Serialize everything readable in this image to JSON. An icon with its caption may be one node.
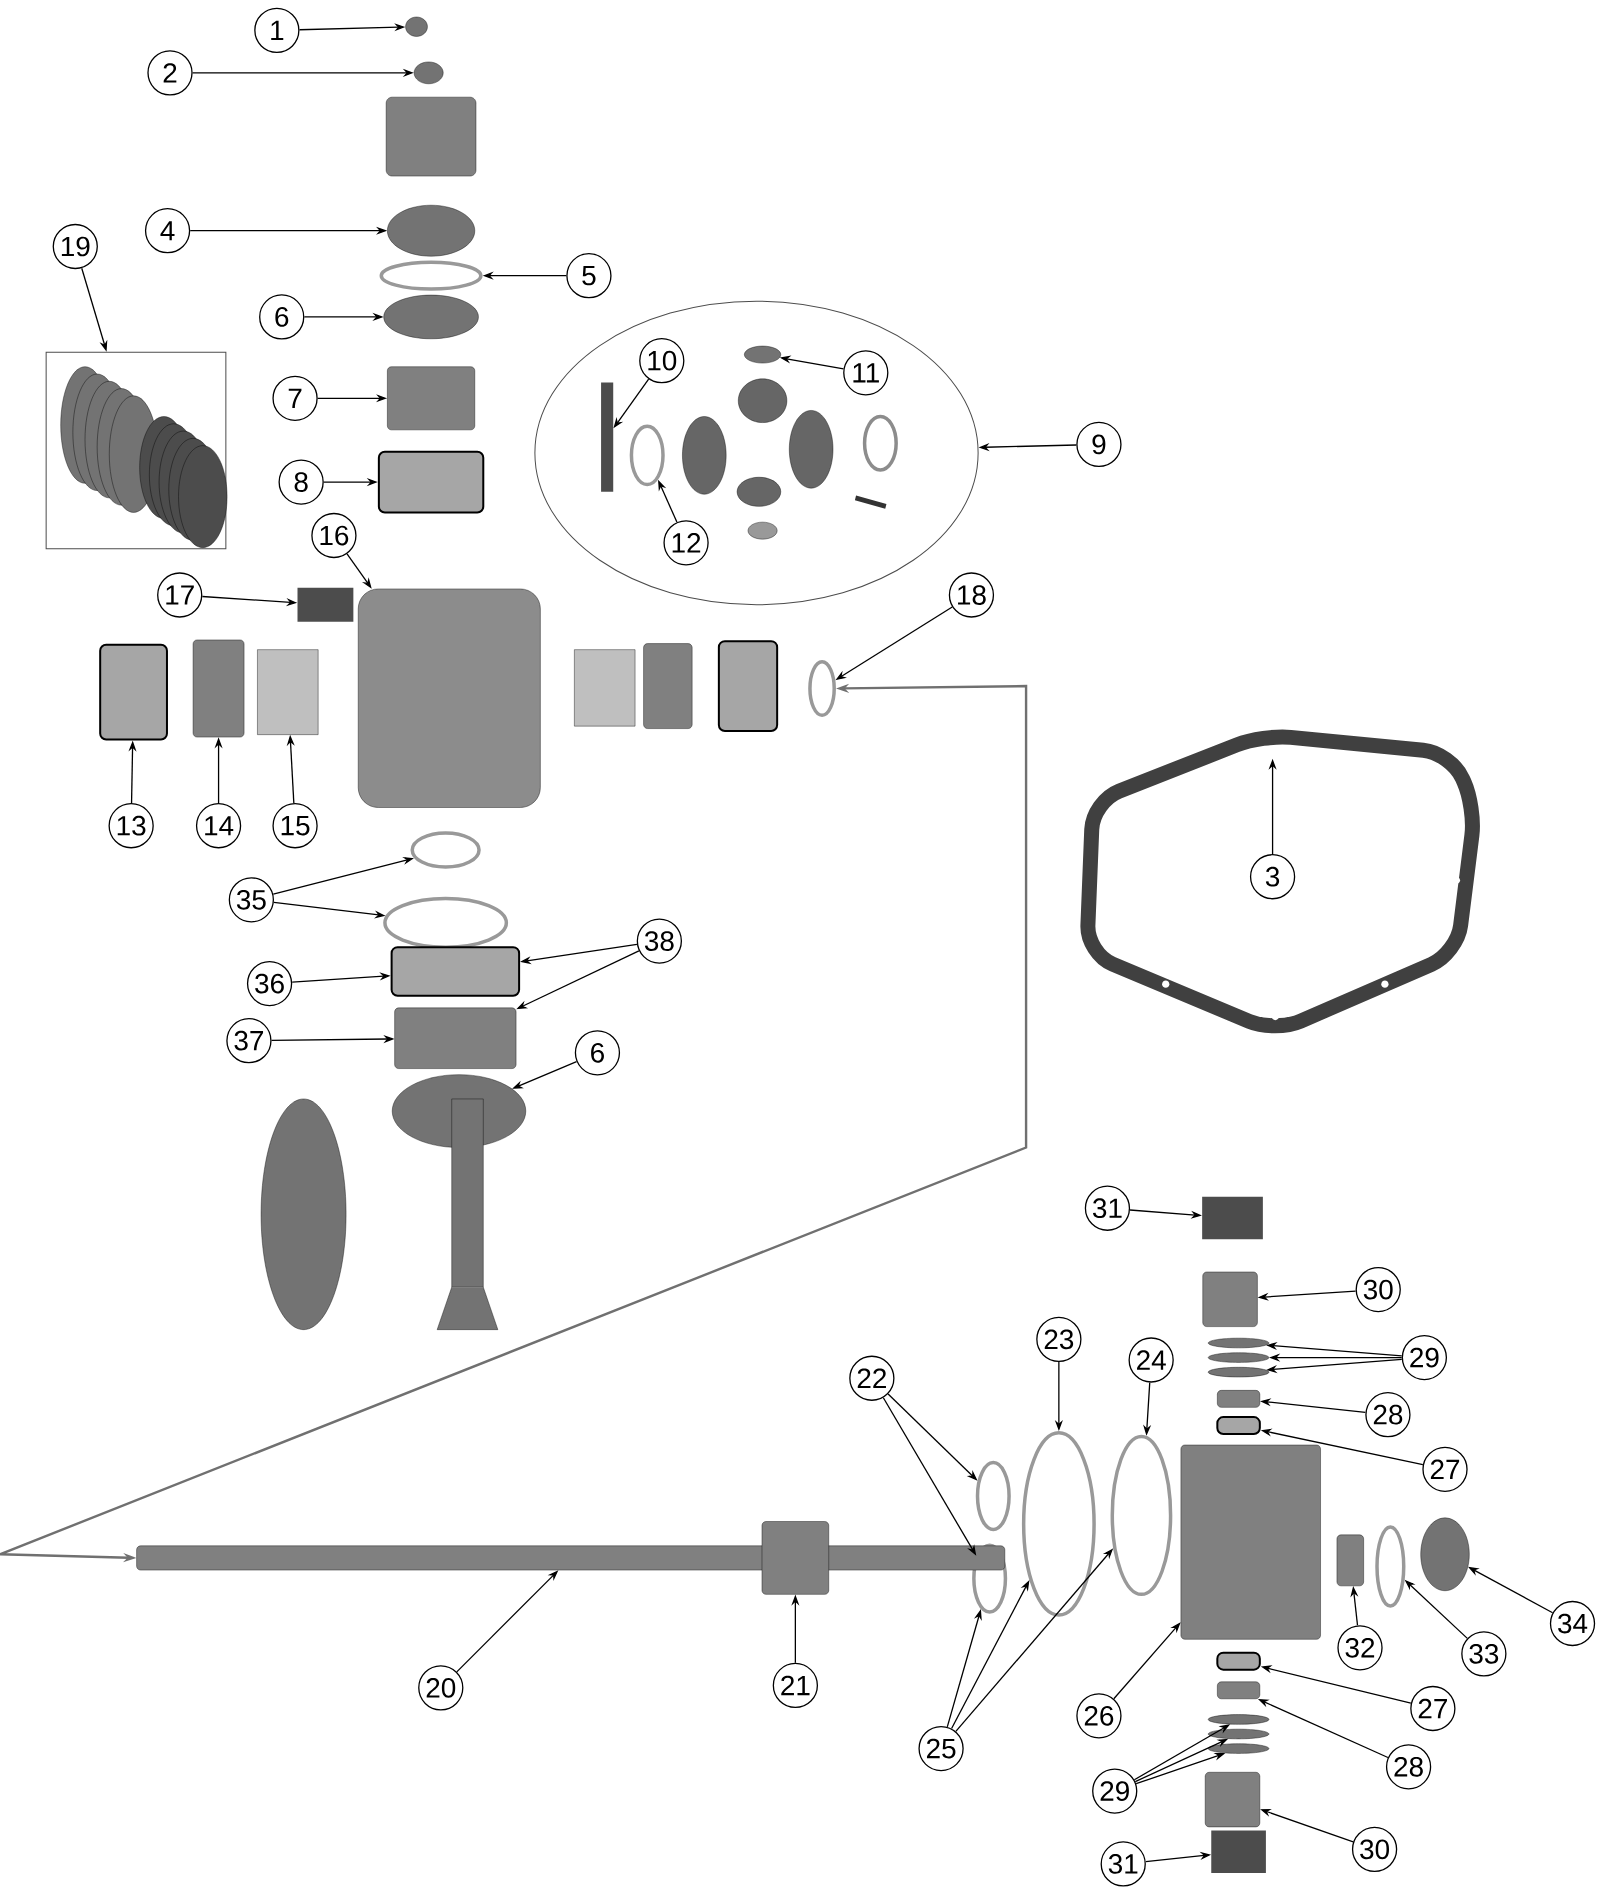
{
  "diagram": {
    "nodes": [
      {
        "text": [
          "1"
        ]
      },
      {
        "text": [],
        "shape": "circle"
      },
      {
        "text": [
          "2"
        ]
      },
      {
        "text": [],
        "shape": "circle"
      },
      {
        "text": [
          "4"
        ]
      },
      {
        "text": [],
        "shape": "circle"
      },
      {
        "text": [
          "5"
        ]
      },
      {
        "text": [],
        "shape": "circle"
      },
      {
        "text": [
          "6"
        ]
      },
      {
        "text": [],
        "shape": "circle"
      },
      {
        "text": [
          "7"
        ]
      },
      {
        "text": [],
        "shape": "box"
      },
      {
        "text": [
          "8"
        ]
      },
      {
        "text": [],
        "shape": "box"
      },
      {
        "text": [
          "19"
        ]
      },
      {
        "text": [],
        "shape": "box"
      },
      {
        "text": [],
        "shape": "ellipse"
      },
      {
        "text": [
          "10"
        ],
        "in": 16
      },
      {
        "text": [],
        "shape": "bar",
        "in": 16
      },
      {
        "text": [
          "11"
        ],
        "in": 16
      },
      {
        "text": [],
        "shape": "circle",
        "in": 16
      },
      {
        "text": [
          "12"
        ],
        "in": 16
      },
      {
        "text": [],
        "shape": "circle",
        "in": 16
      },
      {
        "text": [
          "9"
        ]
      },
      {
        "text": [
          "16"
        ]
      },
      {
        "text": [],
        "shape": "box"
      },
      {
        "text": [
          "17"
        ]
      },
      {
        "text": [],
        "shape": "bar"
      },
      {
        "text": [
          "18"
        ]
      },
      {
        "text": [],
        "shape": "circle"
      },
      {
        "text": [
          "13"
        ]
      },
      {
        "text": [],
        "shape": "box"
      },
      {
        "text": [
          "14"
        ]
      },
      {
        "text": [],
        "shape": "box"
      },
      {
        "text": [
          "15"
        ]
      },
      {
        "text": [],
        "shape": "box"
      },
      {
        "text": [],
        "shape": "picture"
      },
      {
        "text": [
          "3"
        ],
        "in": 36
      },
      {
        "text": [
          "35"
        ]
      },
      {
        "text": [],
        "shape": "circle"
      },
      {
        "text": [],
        "shape": "circle"
      },
      {
        "text": [
          "38"
        ]
      },
      {
        "text": [],
        "shape": "box"
      },
      {
        "text": [],
        "shape": "box"
      },
      {
        "text": [
          "36"
        ]
      },
      {
        "text": [
          "37"
        ]
      },
      {
        "text": [
          "6"
        ]
      },
      {
        "text": [],
        "shape": "circle"
      },
      {
        "text": [
          "31"
        ]
      },
      {
        "text": [],
        "shape": "bar"
      },
      {
        "text": [
          "30"
        ]
      },
      {
        "text": [],
        "shape": "box"
      },
      {
        "text": [
          "29"
        ]
      },
      {
        "text": [],
        "shape": "circle"
      },
      {
        "text": [],
        "shape": "circle"
      },
      {
        "text": [],
        "shape": "circle"
      },
      {
        "text": [
          "28"
        ]
      },
      {
        "text": [],
        "shape": "box"
      },
      {
        "text": [
          "27"
        ]
      },
      {
        "text": [],
        "shape": "box"
      },
      {
        "text": [
          "22"
        ]
      },
      {
        "text": [],
        "shape": "circle"
      },
      {
        "text": [],
        "shape": "circle"
      },
      {
        "text": [
          "23"
        ]
      },
      {
        "text": [],
        "shape": "circle"
      },
      {
        "text": [
          "24"
        ]
      },
      {
        "text": [],
        "shape": "circle"
      },
      {
        "text": [
          "20"
        ]
      },
      {
        "text": [],
        "shape": "bar"
      },
      {
        "text": [
          "21"
        ]
      },
      {
        "text": [],
        "shape": "box"
      },
      {
        "text": [
          "25"
        ]
      },
      {
        "text": [
          "26"
        ]
      },
      {
        "text": [],
        "shape": "box"
      },
      {
        "text": [
          "32"
        ]
      },
      {
        "text": [],
        "shape": "box"
      },
      {
        "text": [
          "33"
        ]
      },
      {
        "text": [],
        "shape": "circle"
      },
      {
        "text": [
          "34"
        ]
      },
      {
        "text": [],
        "shape": "circle"
      },
      {
        "text": [
          "27"
        ]
      },
      {
        "text": [],
        "shape": "box"
      },
      {
        "text": [
          "28"
        ]
      },
      {
        "text": [],
        "shape": "box"
      },
      {
        "text": [
          "29"
        ]
      },
      {
        "text": [],
        "shape": "circle"
      },
      {
        "text": [],
        "shape": "circle"
      },
      {
        "text": [],
        "shape": "circle"
      },
      {
        "text": [
          "30"
        ]
      },
      {
        "text": [],
        "shape": "box"
      },
      {
        "text": [
          "31"
        ]
      },
      {
        "text": [],
        "shape": "bar"
      }
    ],
    "edges": [
      {
        "from": 0,
        "to": 1,
        "arrow": "to"
      },
      {
        "from": 2,
        "to": 3,
        "arrow": "to"
      },
      {
        "from": 4,
        "to": 5,
        "arrow": "to"
      },
      {
        "from": 6,
        "to": 7,
        "arrow": "to"
      },
      {
        "from": 8,
        "to": 9,
        "arrow": "to"
      },
      {
        "from": 10,
        "to": 11,
        "arrow": "to"
      },
      {
        "from": 12,
        "to": 13,
        "arrow": "to"
      },
      {
        "from": 14,
        "to": 15,
        "arrow": "to"
      },
      {
        "from": 23,
        "to": 16,
        "arrow": "to"
      },
      {
        "from": 17,
        "to": 18,
        "arrow": "to"
      },
      {
        "from": 19,
        "to": 20,
        "arrow": "to"
      },
      {
        "from": 21,
        "to": 22,
        "arrow": "to"
      },
      {
        "from": 24,
        "to": 25,
        "arrow": "to"
      },
      {
        "from": 26,
        "to": 27,
        "arrow": "to"
      },
      {
        "from": 28,
        "to": 29,
        "arrow": "to"
      },
      {
        "from": 30,
        "to": 31,
        "arrow": "to"
      },
      {
        "from": 32,
        "to": 33,
        "arrow": "to"
      },
      {
        "from": 34,
        "to": 35,
        "arrow": "to"
      },
      {
        "from": 37,
        "to": 36,
        "arrow": "to"
      },
      {
        "from": 38,
        "to": 39,
        "arrow": "to"
      },
      {
        "from": 38,
        "to": 40,
        "arrow": "to"
      },
      {
        "from": 41,
        "to": 42,
        "arrow": "to"
      },
      {
        "from": 41,
        "to": 43,
        "arrow": "to"
      },
      {
        "from": 44,
        "to": 42,
        "arrow": "to"
      },
      {
        "from": 45,
        "to": 43,
        "arrow": "to"
      },
      {
        "from": 46,
        "to": 47,
        "arrow": "to"
      },
      {
        "from": 48,
        "to": 49,
        "arrow": "to"
      },
      {
        "from": 50,
        "to": 51,
        "arrow": "to"
      },
      {
        "from": 52,
        "to": 53,
        "arrow": "to"
      },
      {
        "from": 52,
        "to": 54,
        "arrow": "to"
      },
      {
        "from": 52,
        "to": 55,
        "arrow": "to"
      },
      {
        "from": 56,
        "to": 57,
        "arrow": "to"
      },
      {
        "from": 58,
        "to": 59,
        "arrow": "to"
      },
      {
        "from": 60,
        "to": 61,
        "arrow": "to"
      },
      {
        "from": 60,
        "to": 62,
        "arrow": "to"
      },
      {
        "from": 63,
        "to": 64,
        "arrow": "to"
      },
      {
        "from": 65,
        "to": 66,
        "arrow": "to"
      },
      {
        "from": 67,
        "to": 68,
        "arrow": "to"
      },
      {
        "from": 69,
        "to": 70,
        "arrow": "to"
      },
      {
        "from": 71,
        "to": 62,
        "arrow": "to"
      },
      {
        "from": 71,
        "to": 64,
        "arrow": "to"
      },
      {
        "from": 71,
        "to": 66,
        "arrow": "to"
      },
      {
        "from": 72,
        "to": 73,
        "arrow": "to"
      },
      {
        "from": 74,
        "to": 75,
        "arrow": "to"
      },
      {
        "from": 76,
        "to": 77,
        "arrow": "to"
      },
      {
        "from": 78,
        "to": 79,
        "arrow": "to"
      },
      {
        "from": 80,
        "to": 81,
        "arrow": "to"
      },
      {
        "from": 82,
        "to": 83,
        "arrow": "to"
      },
      {
        "from": 84,
        "to": 85,
        "arrow": "to"
      },
      {
        "from": 84,
        "to": 86,
        "arrow": "to"
      },
      {
        "from": 84,
        "to": 87,
        "arrow": "to"
      },
      {
        "from": 88,
        "to": 89,
        "arrow": "to"
      },
      {
        "from": 90,
        "to": 91,
        "arrow": "to"
      },
      {
        "from": 68,
        "to": 29,
        "arrow": "both",
        "color": "#707070"
      }
    ]
  }
}
